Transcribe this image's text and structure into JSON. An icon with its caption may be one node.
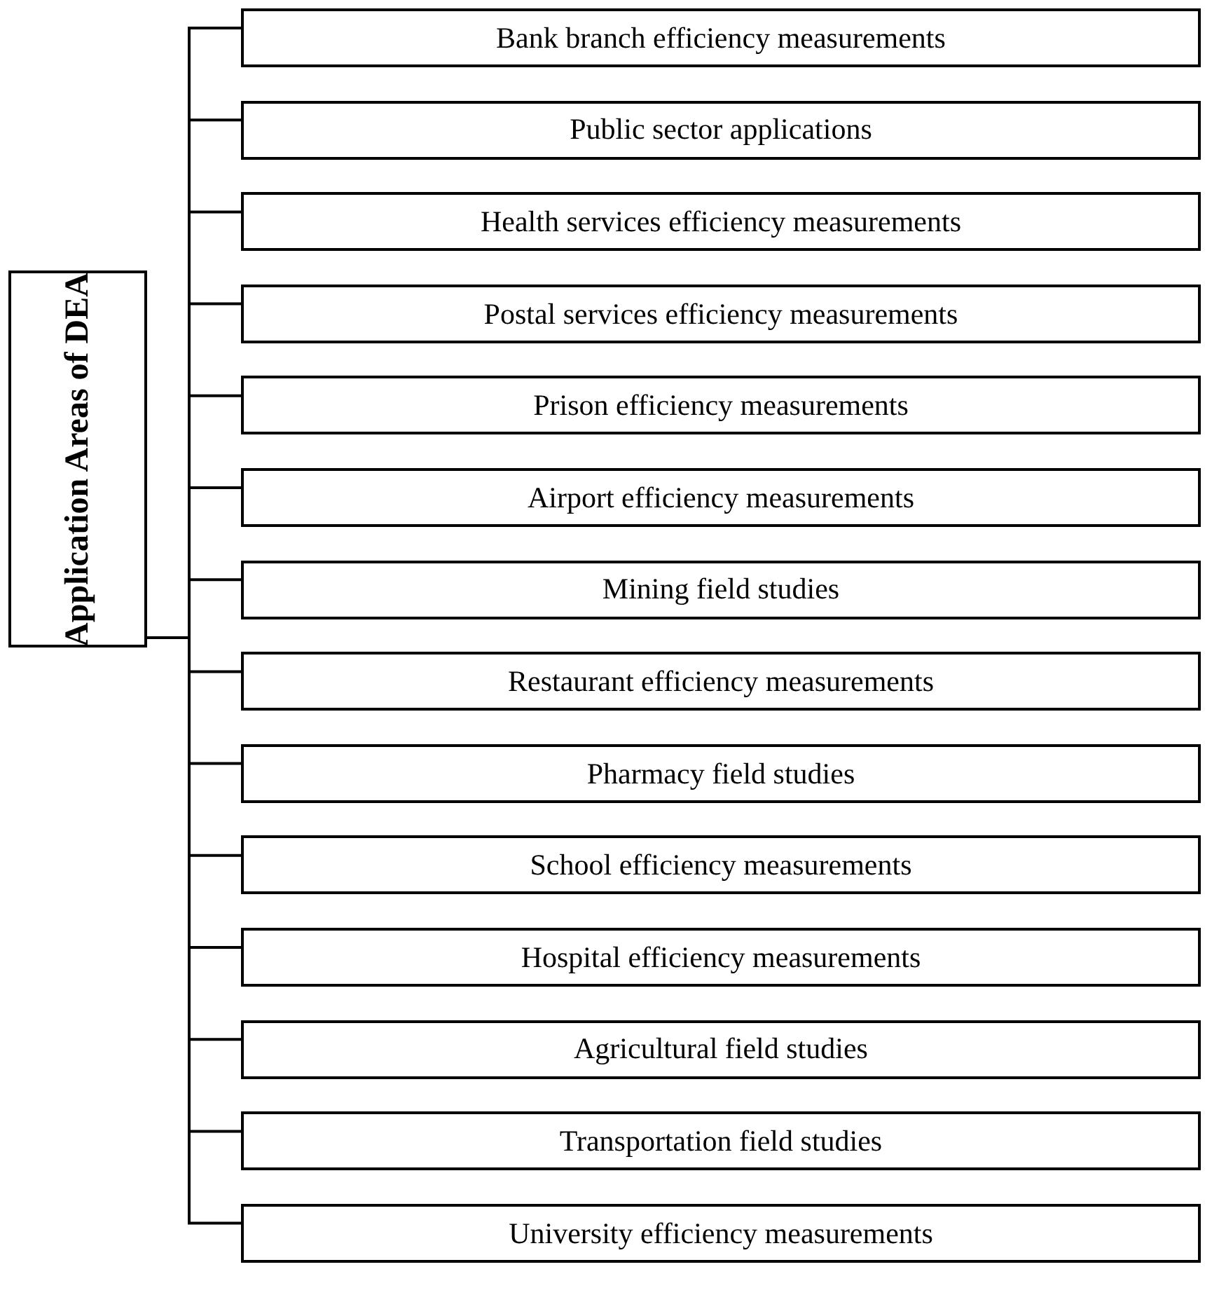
{
  "diagram": {
    "nodes": [
      {
        "text": [
          "Application Areas of DEA"
        ]
      },
      {
        "text": [
          "Bank branch efficiency measurements"
        ]
      },
      {
        "text": [
          "Public sector applications"
        ]
      },
      {
        "text": [
          "Health services efficiency measurements"
        ]
      },
      {
        "text": [
          "Postal services efficiency measurements"
        ]
      },
      {
        "text": [
          "Prison efficiency measurements"
        ]
      },
      {
        "text": [
          "Airport efficiency measurements"
        ]
      },
      {
        "text": [
          "Mining field studies"
        ]
      },
      {
        "text": [
          "Restaurant efficiency measurements"
        ]
      },
      {
        "text": [
          "Pharmacy field studies"
        ]
      },
      {
        "text": [
          "School efficiency measurements"
        ]
      },
      {
        "text": [
          "Hospital efficiency measurements"
        ]
      },
      {
        "text": [
          "Agricultural field studies"
        ]
      },
      {
        "text": [
          "Transportation field studies"
        ]
      },
      {
        "text": [
          "University efficiency measurements"
        ]
      }
    ],
    "edges": [
      {
        "from": 0,
        "to": 1,
        "arrow": "none"
      },
      {
        "from": 0,
        "to": 2,
        "arrow": "none"
      },
      {
        "from": 0,
        "to": 3,
        "arrow": "none"
      },
      {
        "from": 0,
        "to": 4,
        "arrow": "none"
      },
      {
        "from": 0,
        "to": 5,
        "arrow": "none"
      },
      {
        "from": 0,
        "to": 6,
        "arrow": "none"
      },
      {
        "from": 0,
        "to": 7,
        "arrow": "none"
      },
      {
        "from": 0,
        "to": 8,
        "arrow": "none"
      },
      {
        "from": 0,
        "to": 9,
        "arrow": "none"
      },
      {
        "from": 0,
        "to": 10,
        "arrow": "none"
      },
      {
        "from": 0,
        "to": 11,
        "arrow": "none"
      },
      {
        "from": 0,
        "to": 12,
        "arrow": "none"
      },
      {
        "from": 0,
        "to": 13,
        "arrow": "none"
      },
      {
        "from": 0,
        "to": 14,
        "arrow": "none"
      }
    ]
  }
}
